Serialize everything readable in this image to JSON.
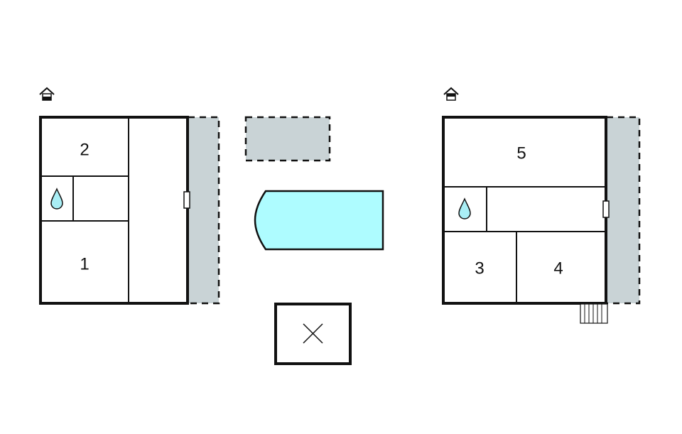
{
  "colors": {
    "wall": "#111111",
    "terrace": "#c9d3d6",
    "pool": "#aefcff",
    "background": "#ffffff",
    "water_drop": "#a9eef5"
  },
  "floors": [
    {
      "name": "ground-floor",
      "floor_icon": "house-ground-floor-icon",
      "rooms": [
        {
          "label": "2"
        },
        {
          "label": "1"
        }
      ],
      "bathroom_icon": "water-drop-icon",
      "terrace": "dashed"
    },
    {
      "name": "upper-floor",
      "floor_icon": "house-upper-floor-icon",
      "rooms": [
        {
          "label": "5"
        },
        {
          "label": "3"
        },
        {
          "label": "4"
        }
      ],
      "bathroom_icon": "water-drop-icon",
      "terrace": "dashed",
      "stairs": "stairs-icon"
    }
  ],
  "site": {
    "parking_area": "dashed-grey-area",
    "pool": "pool",
    "outbuilding_icon": "cross-icon"
  }
}
